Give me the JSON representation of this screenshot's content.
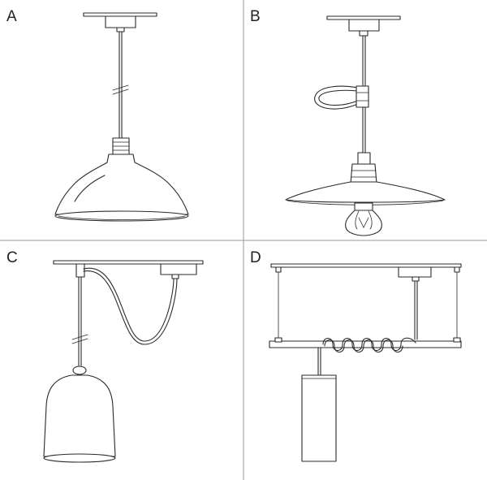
{
  "panels": [
    {
      "id": "a",
      "label": "A"
    },
    {
      "id": "b",
      "label": "B"
    },
    {
      "id": "c",
      "label": "C"
    },
    {
      "id": "d",
      "label": "D"
    }
  ],
  "colors": {
    "line": "#2a2a2a",
    "divider": "#9a9a9a",
    "background": "#ffffff"
  }
}
